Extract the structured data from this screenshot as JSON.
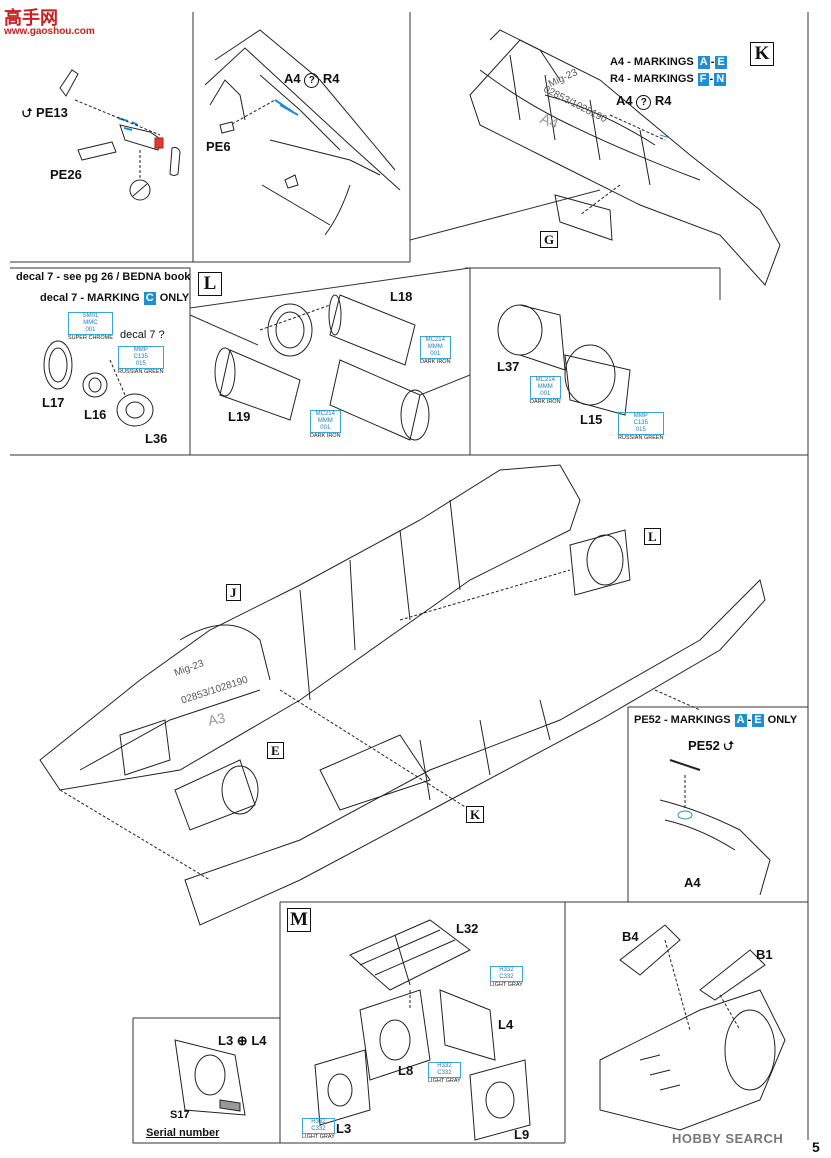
{
  "watermark_top": {
    "text": "高手网",
    "url": "www.gaoshou.com"
  },
  "watermark_bottom": {
    "text": "HOBBY SEARCH"
  },
  "page_number": "5",
  "panel1": {
    "pe13": "PE13",
    "pe26": "PE26"
  },
  "panel2": {
    "a4": "A4",
    "r4": "R4",
    "pe6": "PE6"
  },
  "panel_k": {
    "step": "K",
    "line1_prefix": "A4 - MARKINGS",
    "line1_a": "A",
    "line1_dash": "-",
    "line1_b": "E",
    "line2_prefix": "R4 - MARKINGS",
    "line2_a": "F",
    "line2_dash": "-",
    "line2_b": "N",
    "a4": "A4",
    "r4": "R4",
    "ref_g": "G",
    "hull_text": "Mig-23",
    "hull_serial": "02853/1028190",
    "hull_code": "A4"
  },
  "panel_decal": {
    "title": "decal 7 - see pg 26 / BEDNA book",
    "marking_prefix": "decal 7 - MARKING",
    "marking_letter": "C",
    "marking_suffix": "ONLY",
    "decal_q": "decal 7 ?",
    "color1": {
      "c1": "SM01",
      "c2": "MMC",
      "c3": "001",
      "name": "SUPER CHROME"
    },
    "color2": {
      "c1": "MMP",
      "c2": "C135",
      "c3": "015",
      "name": "RUSSIAN GREEN"
    },
    "l17": "L17",
    "l16": "L16",
    "l36": "L36"
  },
  "panel_l": {
    "step": "L",
    "l18": "L18",
    "l19": "L19",
    "color1": {
      "c1": "MC214",
      "c2": "MMM",
      "c3": "001",
      "name": "DARK IRON"
    },
    "color2": {
      "c1": "MC214",
      "c2": "MMM",
      "c3": "001",
      "name": "DARK IRON"
    }
  },
  "panel_l2": {
    "l37": "L37",
    "l15": "L15",
    "color1": {
      "c1": "MC214",
      "c2": "MMM",
      "c3": "001",
      "name": "DARK IRON"
    },
    "color2": {
      "c1": "MMP",
      "c2": "C135",
      "c3": "015",
      "name": "RUSSIAN GREEN"
    }
  },
  "main": {
    "ref_j": "J",
    "ref_l": "L",
    "ref_e": "E",
    "ref_k": "K",
    "hull_text": "Mig-23",
    "hull_serial": "02853/1028190",
    "hull_code": "A3"
  },
  "panel_pe52": {
    "title_prefix": "PE52 - MARKINGS",
    "a": "A",
    "dash": "-",
    "b": "E",
    "suffix": "ONLY",
    "pe52": "PE52",
    "a4": "A4"
  },
  "panel_m": {
    "step": "M",
    "l32": "L32",
    "l4": "L4",
    "l8": "L8",
    "l3": "L3",
    "l9": "L9",
    "color1": {
      "c1": "H332",
      "c2": "C332",
      "name": "LIGHT GRAY"
    },
    "color2": {
      "c1": "H332",
      "c2": "C332",
      "name": "LIGHT GRAY"
    },
    "color3": {
      "c1": "H332",
      "c2": "C332",
      "name": "LIGHT GRAY"
    }
  },
  "panel_serial": {
    "l3": "L3",
    "l4": "L4",
    "s17": "S17",
    "caption": "Serial number"
  },
  "panel_b": {
    "b4": "B4",
    "b1": "B1"
  }
}
